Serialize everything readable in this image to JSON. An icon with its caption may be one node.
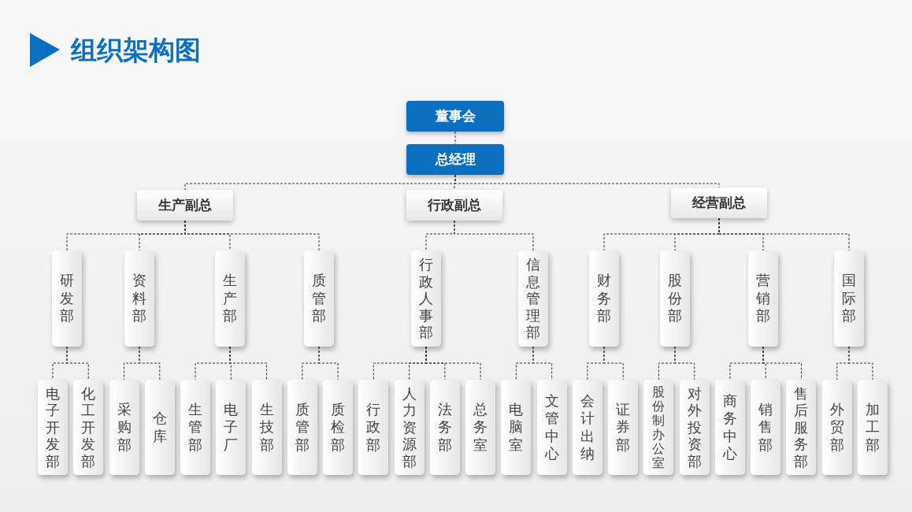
{
  "diagram": {
    "title": "组织架构图",
    "nodes": [
      {
        "text": [
          "董事会"
        ]
      },
      {
        "text": [
          "总经理"
        ]
      },
      {
        "text": [
          "生产副总"
        ]
      },
      {
        "text": [
          "行政副总"
        ]
      },
      {
        "text": [
          "经营副总"
        ]
      },
      {
        "text": [
          "研发部"
        ]
      },
      {
        "text": [
          "资料部"
        ]
      },
      {
        "text": [
          "生产部"
        ]
      },
      {
        "text": [
          "质管部"
        ]
      },
      {
        "text": [
          "行政人事部"
        ]
      },
      {
        "text": [
          "信息管理部"
        ]
      },
      {
        "text": [
          "财务部"
        ]
      },
      {
        "text": [
          "股份部"
        ]
      },
      {
        "text": [
          "营销部"
        ]
      },
      {
        "text": [
          "国际部"
        ]
      },
      {
        "text": [
          "电子开发部"
        ]
      },
      {
        "text": [
          "化工开发部"
        ]
      },
      {
        "text": [
          "采购部"
        ]
      },
      {
        "text": [
          "仓库"
        ]
      },
      {
        "text": [
          "生管部"
        ]
      },
      {
        "text": [
          "电子厂"
        ]
      },
      {
        "text": [
          "生技部"
        ]
      },
      {
        "text": [
          "质管部"
        ]
      },
      {
        "text": [
          "质检部"
        ]
      },
      {
        "text": [
          "行政部"
        ]
      },
      {
        "text": [
          "人力资源部"
        ]
      },
      {
        "text": [
          "法务部"
        ]
      },
      {
        "text": [
          "总务室"
        ]
      },
      {
        "text": [
          "电脑室"
        ]
      },
      {
        "text": [
          "文管中心"
        ]
      },
      {
        "text": [
          "会计出纳"
        ]
      },
      {
        "text": [
          "证券部"
        ]
      },
      {
        "text": [
          "股份制办公室"
        ]
      },
      {
        "text": [
          "对外投资部"
        ]
      },
      {
        "text": [
          "商务中心"
        ]
      },
      {
        "text": [
          "销售部"
        ]
      },
      {
        "text": [
          "售后服务部"
        ]
      },
      {
        "text": [
          "外贸部"
        ]
      },
      {
        "text": [
          "加工部"
        ]
      }
    ],
    "edges": [
      {
        "from": 0,
        "to": 1,
        "arrow": "none",
        "style": "dashed"
      },
      {
        "from": 1,
        "to": 2,
        "arrow": "none",
        "style": "dashed"
      },
      {
        "from": 1,
        "to": 3,
        "arrow": "none",
        "style": "dashed"
      },
      {
        "from": 1,
        "to": 4,
        "arrow": "none",
        "style": "dashed"
      },
      {
        "from": 2,
        "to": 5,
        "arrow": "none",
        "style": "dashed"
      },
      {
        "from": 2,
        "to": 6,
        "arrow": "none",
        "style": "dashed"
      },
      {
        "from": 2,
        "to": 7,
        "arrow": "none",
        "style": "dashed"
      },
      {
        "from": 2,
        "to": 8,
        "arrow": "none",
        "style": "dashed"
      },
      {
        "from": 3,
        "to": 9,
        "arrow": "none",
        "style": "dashed"
      },
      {
        "from": 3,
        "to": 10,
        "arrow": "none",
        "style": "dashed"
      },
      {
        "from": 4,
        "to": 11,
        "arrow": "none",
        "style": "dashed"
      },
      {
        "from": 4,
        "to": 12,
        "arrow": "none",
        "style": "dashed"
      },
      {
        "from": 4,
        "to": 13,
        "arrow": "none",
        "style": "dashed"
      },
      {
        "from": 4,
        "to": 14,
        "arrow": "none",
        "style": "dashed"
      },
      {
        "from": 5,
        "to": 15,
        "arrow": "none",
        "style": "dashed"
      },
      {
        "from": 5,
        "to": 16,
        "arrow": "none",
        "style": "dashed"
      },
      {
        "from": 6,
        "to": 17,
        "arrow": "none",
        "style": "dashed"
      },
      {
        "from": 6,
        "to": 18,
        "arrow": "none",
        "style": "dashed"
      },
      {
        "from": 7,
        "to": 19,
        "arrow": "none",
        "style": "dashed"
      },
      {
        "from": 7,
        "to": 20,
        "arrow": "none",
        "style": "dashed"
      },
      {
        "from": 7,
        "to": 21,
        "arrow": "none",
        "style": "dashed"
      },
      {
        "from": 8,
        "to": 22,
        "arrow": "none",
        "style": "dashed"
      },
      {
        "from": 8,
        "to": 23,
        "arrow": "none",
        "style": "dashed"
      },
      {
        "from": 9,
        "to": 24,
        "arrow": "none",
        "style": "dashed"
      },
      {
        "from": 9,
        "to": 25,
        "arrow": "none",
        "style": "dashed"
      },
      {
        "from": 9,
        "to": 26,
        "arrow": "none",
        "style": "dashed"
      },
      {
        "from": 9,
        "to": 27,
        "arrow": "none",
        "style": "dashed"
      },
      {
        "from": 10,
        "to": 28,
        "arrow": "none",
        "style": "dashed"
      },
      {
        "from": 10,
        "to": 29,
        "arrow": "none",
        "style": "dashed"
      },
      {
        "from": 11,
        "to": 30,
        "arrow": "none",
        "style": "dashed"
      },
      {
        "from": 11,
        "to": 31,
        "arrow": "none",
        "style": "dashed"
      },
      {
        "from": 12,
        "to": 32,
        "arrow": "none",
        "style": "dashed"
      },
      {
        "from": 12,
        "to": 33,
        "arrow": "none",
        "style": "dashed"
      },
      {
        "from": 13,
        "to": 34,
        "arrow": "none",
        "style": "dashed"
      },
      {
        "from": 13,
        "to": 35,
        "arrow": "none",
        "style": "dashed"
      },
      {
        "from": 13,
        "to": 36,
        "arrow": "none",
        "style": "dashed"
      },
      {
        "from": 14,
        "to": 37,
        "arrow": "none",
        "style": "dashed"
      },
      {
        "from": 14,
        "to": 38,
        "arrow": "none",
        "style": "dashed"
      }
    ]
  }
}
